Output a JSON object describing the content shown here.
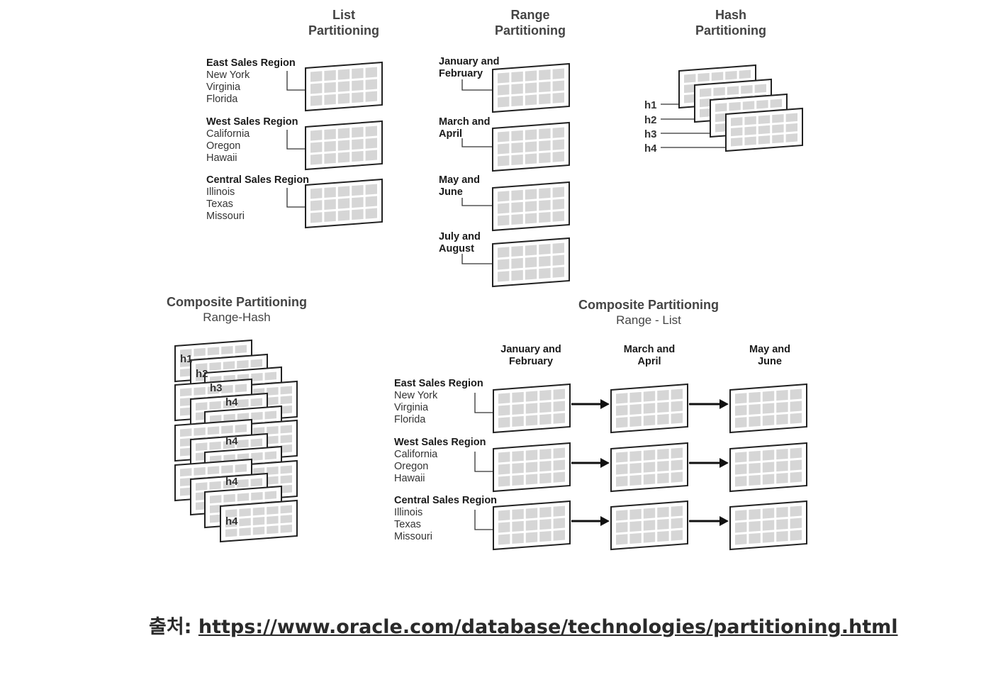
{
  "list": {
    "title_line1": "List",
    "title_line2": "Partitioning",
    "groups": [
      {
        "label": "East Sales Region",
        "items": [
          "New York",
          "Virginia",
          "Florida"
        ]
      },
      {
        "label": "West Sales Region",
        "items": [
          "California",
          "Oregon",
          "Hawaii"
        ]
      },
      {
        "label": "Central Sales Region",
        "items": [
          "Illinois",
          "Texas",
          "Missouri"
        ]
      }
    ]
  },
  "range": {
    "title_line1": "Range",
    "title_line2": "Partitioning",
    "groups": [
      {
        "line1": "January and",
        "line2": "February"
      },
      {
        "line1": "March and",
        "line2": "April"
      },
      {
        "line1": "May and",
        "line2": "June"
      },
      {
        "line1": "July and",
        "line2": "August"
      }
    ]
  },
  "hash": {
    "title_line1": "Hash",
    "title_line2": "Partitioning",
    "labels": [
      "h1",
      "h2",
      "h3",
      "h4"
    ]
  },
  "composite_hash": {
    "title": "Composite Partitioning",
    "subtitle": "Range-Hash",
    "labels": [
      "h1",
      "h2",
      "h3",
      "h4"
    ]
  },
  "composite_list": {
    "title": "Composite Partitioning",
    "subtitle": "Range - List",
    "columns": [
      {
        "line1": "January and",
        "line2": "February"
      },
      {
        "line1": "March and",
        "line2": "April"
      },
      {
        "line1": "May and",
        "line2": "June"
      }
    ],
    "groups": [
      {
        "label": "East Sales Region",
        "items": [
          "New York",
          "Virginia",
          "Florida"
        ]
      },
      {
        "label": "West Sales Region",
        "items": [
          "California",
          "Oregon",
          "Hawaii"
        ]
      },
      {
        "label": "Central Sales Region",
        "items": [
          "Illinois",
          "Texas",
          "Missouri"
        ]
      }
    ]
  },
  "source": {
    "prefix": "출처:",
    "url": "https://www.oracle.com/database/technologies/partitioning.html"
  }
}
